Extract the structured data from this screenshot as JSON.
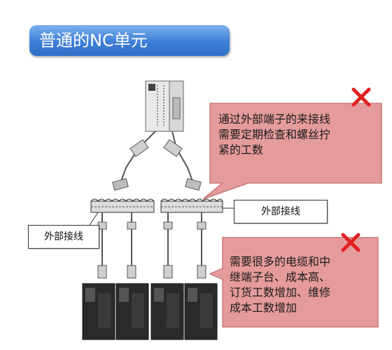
{
  "title": "普通的NC单元",
  "labels": {
    "wiring_right": "外部接线",
    "wiring_left": "外部接线"
  },
  "callouts": {
    "top": "通过外部端子的来接线\n需要定期检查和螺丝拧\n紧的工数",
    "bottom": "需要很多的电缆和中\n继端子台、成本高、\n订货工数增加、维修\n成本工数增加"
  },
  "colors": {
    "callout_fill": "#e59b9b",
    "callout_border": "#c97a7a",
    "cross": "#e02020",
    "title_bg": "#3e7fd6"
  }
}
